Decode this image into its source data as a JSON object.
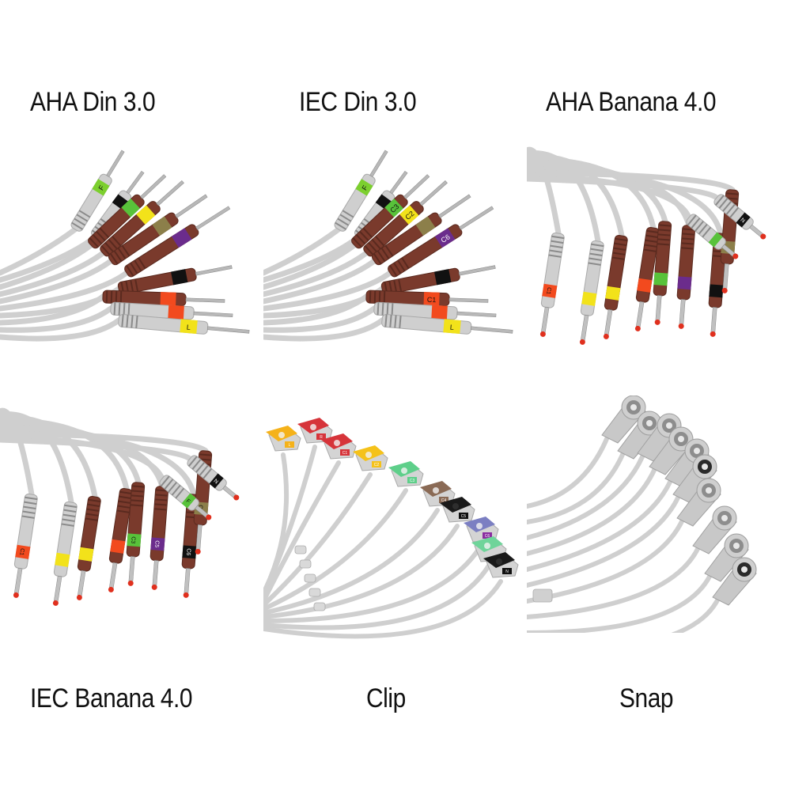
{
  "panels": [
    {
      "id": "aha-din",
      "title": "AHA Din 3.0",
      "connector": "din-pin",
      "standard": "AHA",
      "tip_mm": "3.0",
      "leads": [
        {
          "band": "#7ccf2e",
          "body": "gray",
          "mark": "F"
        },
        {
          "band": "#111111",
          "body": "gray",
          "mark": ""
        },
        {
          "band": "#58c23a",
          "body": "brown",
          "mark": ""
        },
        {
          "band": "#f2e21a",
          "body": "brown",
          "mark": ""
        },
        {
          "band": "#8c7f4a",
          "body": "brown",
          "mark": ""
        },
        {
          "band": "#6b2c8c",
          "body": "brown",
          "mark": ""
        },
        {
          "band": "#111111",
          "body": "brown",
          "mark": ""
        },
        {
          "band": "#f24a1e",
          "body": "brown",
          "mark": ""
        },
        {
          "band": "#f24a1e",
          "body": "gray",
          "mark": ""
        },
        {
          "band": "#f2e21a",
          "body": "gray",
          "mark": "L"
        }
      ]
    },
    {
      "id": "iec-din",
      "title": "IEC Din 3.0",
      "connector": "din-pin",
      "standard": "IEC",
      "tip_mm": "3.0",
      "leads": [
        {
          "band": "#7ccf2e",
          "body": "gray",
          "mark": "F"
        },
        {
          "band": "#111111",
          "body": "gray",
          "mark": ""
        },
        {
          "band": "#58c23a",
          "body": "brown",
          "mark": "C3"
        },
        {
          "band": "#f2e21a",
          "body": "brown",
          "mark": "C2"
        },
        {
          "band": "#8c7f4a",
          "body": "brown",
          "mark": ""
        },
        {
          "band": "#6b2c8c",
          "body": "brown",
          "mark": "C6"
        },
        {
          "band": "#111111",
          "body": "brown",
          "mark": ""
        },
        {
          "band": "#f24a1e",
          "body": "brown",
          "mark": "C1"
        },
        {
          "band": "#f24a1e",
          "body": "gray",
          "mark": ""
        },
        {
          "band": "#f2e21a",
          "body": "gray",
          "mark": "L"
        }
      ]
    },
    {
      "id": "aha-banana",
      "title": "AHA Banana 4.0",
      "connector": "banana",
      "standard": "AHA",
      "tip_mm": "4.0",
      "leads": [
        {
          "band": "#f24a1e",
          "body": "gray",
          "mark": "C1"
        },
        {
          "band": "#f2e21a",
          "body": "gray",
          "mark": ""
        },
        {
          "band": "#f2e21a",
          "body": "brown",
          "mark": ""
        },
        {
          "band": "#f24a1e",
          "body": "brown",
          "mark": ""
        },
        {
          "band": "#58c23a",
          "body": "brown",
          "mark": ""
        },
        {
          "band": "#6b2c8c",
          "body": "brown",
          "mark": ""
        },
        {
          "band": "#111111",
          "body": "brown",
          "mark": ""
        },
        {
          "band": "#8c7f4a",
          "body": "brown",
          "mark": ""
        },
        {
          "band": "#58c23a",
          "body": "gray",
          "mark": ""
        },
        {
          "band": "#111111",
          "body": "gray",
          "mark": "N"
        }
      ]
    },
    {
      "id": "iec-banana",
      "title": "IEC Banana 4.0",
      "connector": "banana",
      "standard": "IEC",
      "tip_mm": "4.0",
      "leads": [
        {
          "band": "#f24a1e",
          "body": "gray",
          "mark": "C1"
        },
        {
          "band": "#f2e21a",
          "body": "gray",
          "mark": ""
        },
        {
          "band": "#f2e21a",
          "body": "brown",
          "mark": ""
        },
        {
          "band": "#f24a1e",
          "body": "brown",
          "mark": ""
        },
        {
          "band": "#58c23a",
          "body": "brown",
          "mark": "C3"
        },
        {
          "band": "#6b2c8c",
          "body": "brown",
          "mark": "C5"
        },
        {
          "band": "#111111",
          "body": "brown",
          "mark": "C6"
        },
        {
          "band": "#8c7f4a",
          "body": "brown",
          "mark": "C4"
        },
        {
          "band": "#58c23a",
          "body": "gray",
          "mark": "F"
        },
        {
          "band": "#111111",
          "body": "gray",
          "mark": "N"
        }
      ]
    },
    {
      "id": "clip",
      "title": "Clip",
      "connector": "clip",
      "leads": [
        {
          "color": "#f5b21a",
          "mark": "L"
        },
        {
          "color": "#d6343a",
          "mark": "R"
        },
        {
          "color": "#d6343a",
          "mark": "C1"
        },
        {
          "color": "#f5c21a",
          "mark": "C2"
        },
        {
          "color": "#5ecf8a",
          "mark": "C3"
        },
        {
          "color": "#8a6a55",
          "mark": "C4"
        },
        {
          "color": "#1a1a1a",
          "mark": "C5"
        },
        {
          "color": "#7b7fc2",
          "mark": "C6"
        },
        {
          "color": "#6fd49a",
          "mark": ""
        },
        {
          "color": "#1a1a1a",
          "mark": "N"
        }
      ]
    },
    {
      "id": "snap",
      "title": "Snap",
      "connector": "snap",
      "leads": [
        {
          "mark": ""
        },
        {
          "mark": ""
        },
        {
          "mark": ""
        },
        {
          "mark": ""
        },
        {
          "mark": ""
        },
        {
          "mark": ""
        },
        {
          "mark": ""
        },
        {
          "mark": ""
        },
        {
          "mark": ""
        },
        {
          "mark": ""
        }
      ]
    }
  ]
}
